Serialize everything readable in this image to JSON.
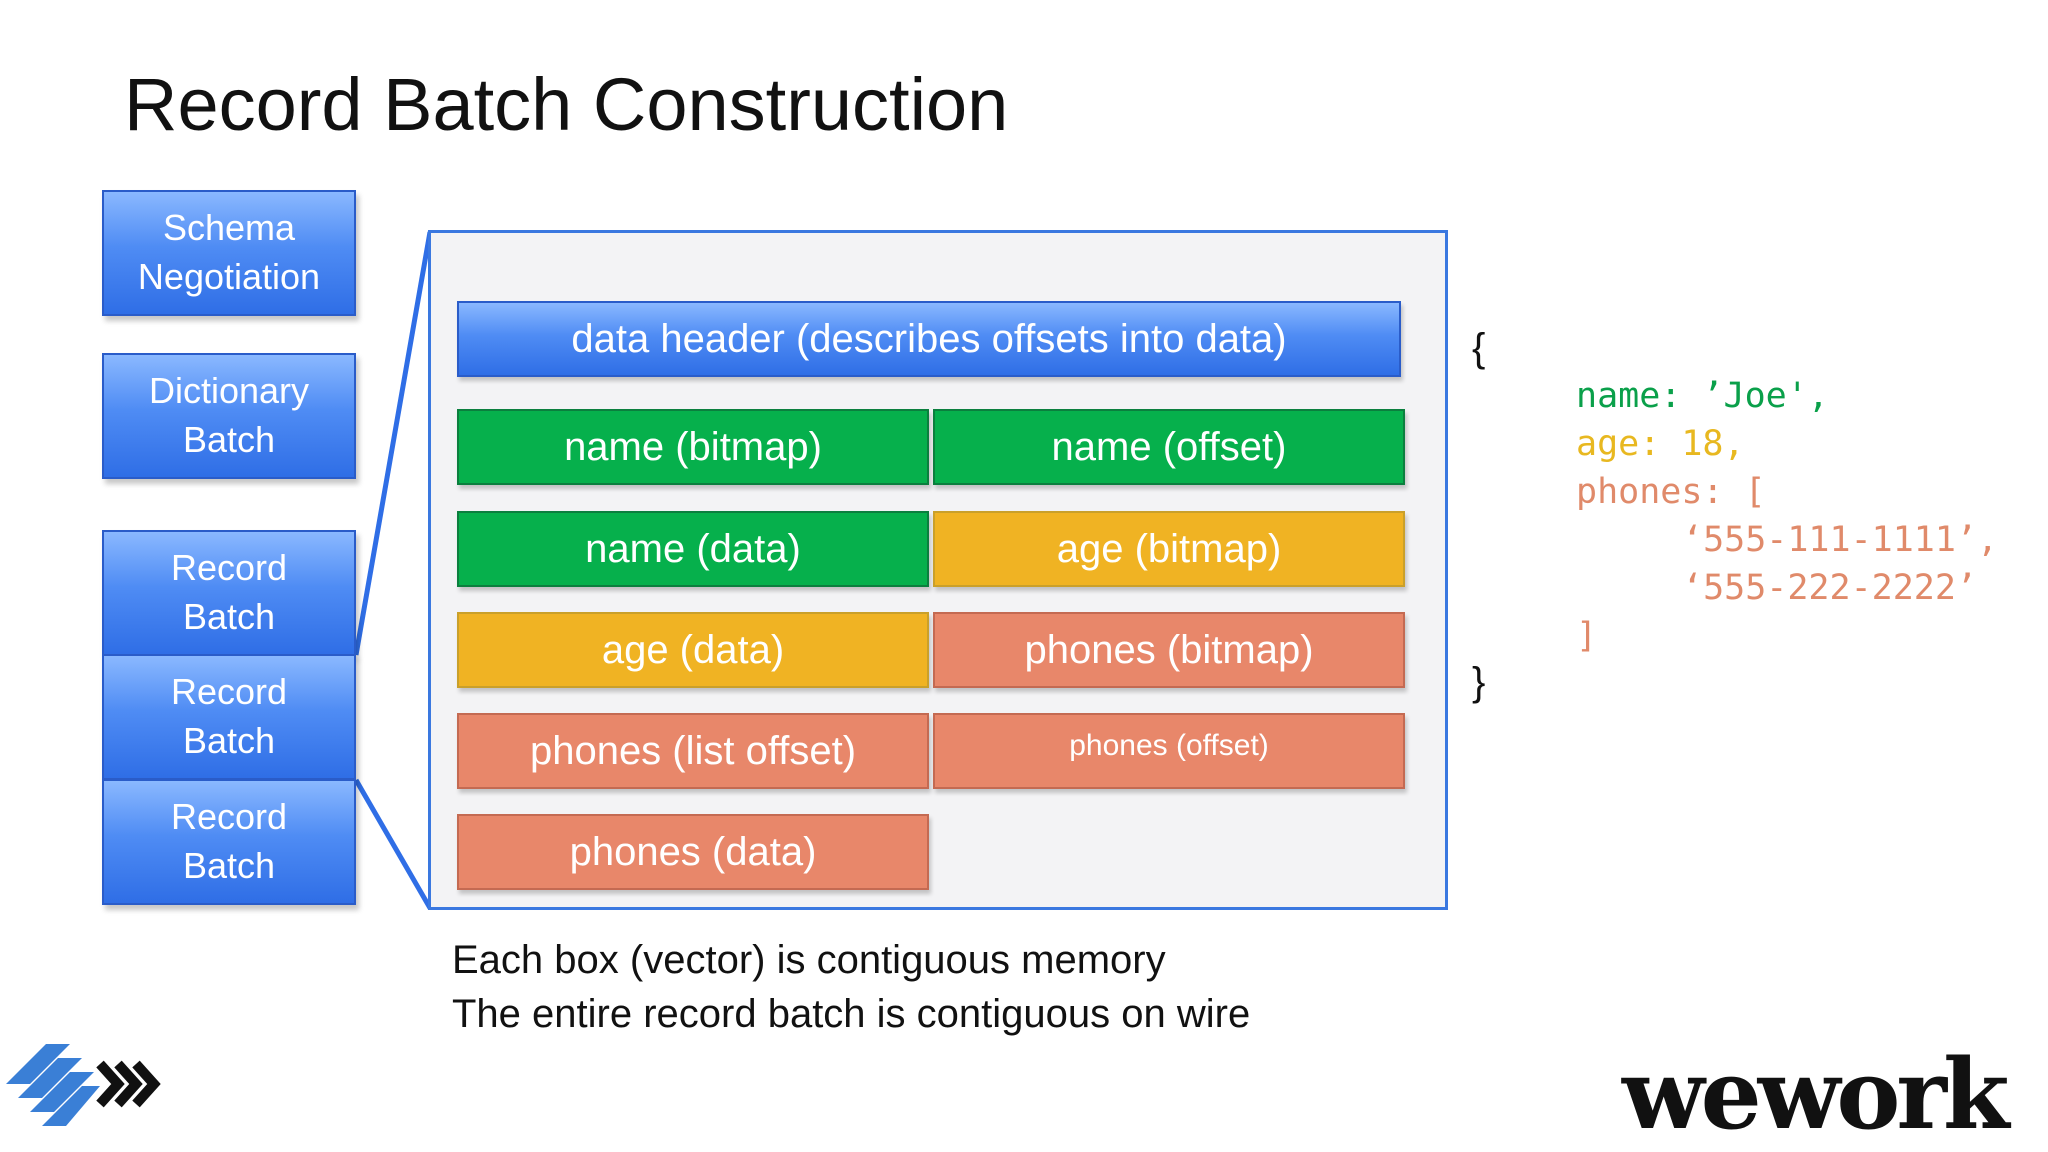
{
  "slide": {
    "title": "Record Batch Construction"
  },
  "sidebar": {
    "boxes": [
      "Schema\nNegotiation",
      "Dictionary\nBatch",
      "Record\nBatch",
      "Record\nBatch",
      "Record\nBatch"
    ]
  },
  "batch": {
    "header": "data header (describes offsets into data)",
    "cells": {
      "name_bitmap": "name (bitmap)",
      "name_offset": "name (offset)",
      "name_data": "name (data)",
      "age_bitmap": "age (bitmap)",
      "age_data": "age (data)",
      "phones_bitmap": "phones (bitmap)",
      "phones_list_offset": "phones (list offset)",
      "phones_offset": "phones (offset)",
      "phones_data": "phones (data)"
    }
  },
  "captions": {
    "line1": "Each box (vector) is contiguous memory",
    "line2": "The entire record batch is contiguous on wire"
  },
  "json_example": {
    "open_brace": "{",
    "close_brace": "}",
    "name_line": "name: ’Joe',",
    "age_line": "age: 18,",
    "phones_line": "phones: [",
    "phone1_line": "‘555-111-1111’,",
    "phone2_line": "‘555-222-2222’",
    "close_bracket": "]"
  },
  "logos": {
    "wework": "wework",
    "arrow_logo": "arrow-logo"
  },
  "colors": {
    "blue": "#4f8cf4",
    "green": "#06b04c",
    "yellow": "#f0b323",
    "salmon": "#e8876a",
    "json_name": "#0aa04a",
    "json_age": "#e8b820",
    "json_phones": "#e08a6a"
  }
}
